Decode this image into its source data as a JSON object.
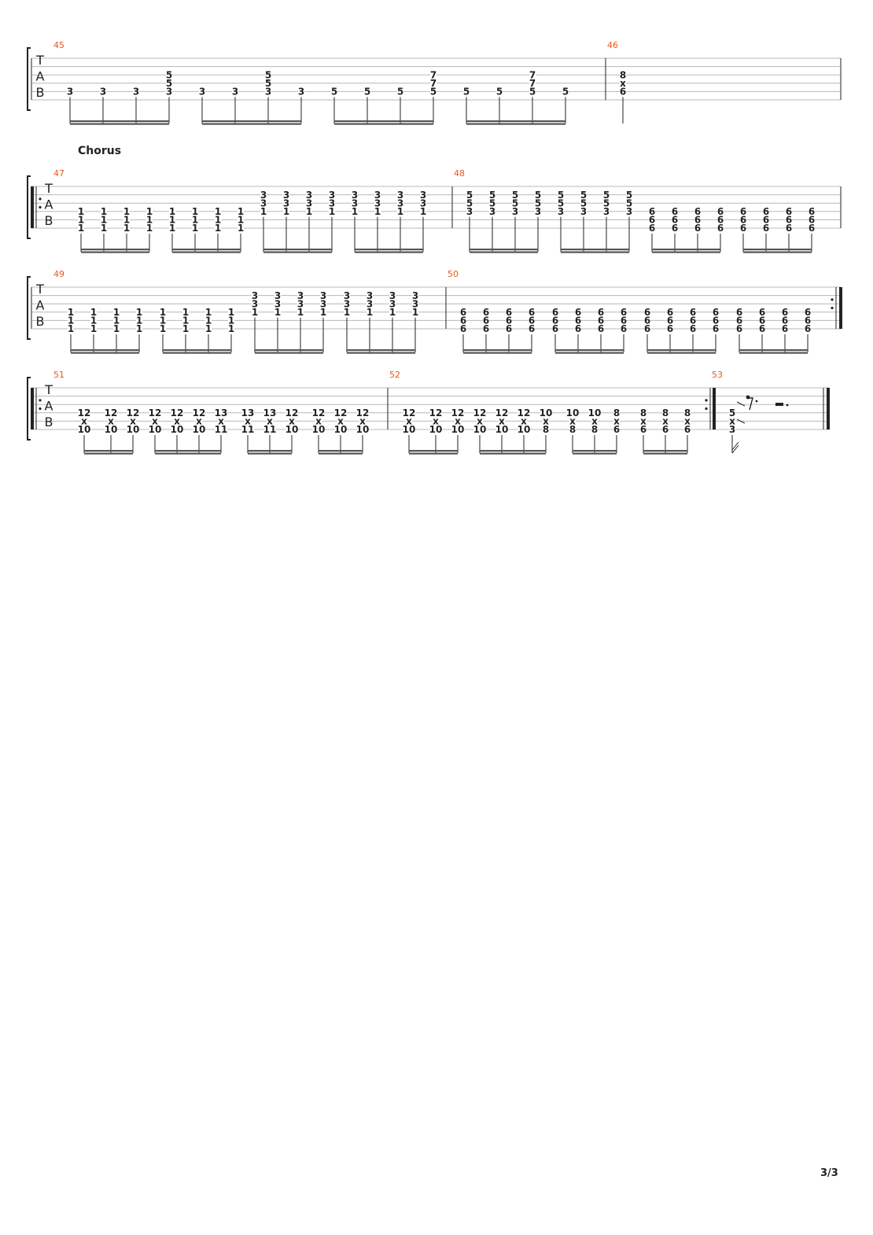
{
  "page": {
    "number": "3/3"
  },
  "section_label": "Chorus",
  "clef": {
    "t": "T",
    "a": "A",
    "b": "B"
  },
  "systems": [
    {
      "measures": [
        {
          "number": "45",
          "groups": [
            [
              [
                "",
                "",
                "",
                "",
                "3",
                ""
              ],
              [
                "",
                "",
                "",
                "",
                "3",
                ""
              ],
              [
                "",
                "",
                "",
                "",
                "3",
                ""
              ],
              [
                "",
                "",
                "5",
                "5",
                "3",
                ""
              ]
            ],
            [
              [
                "",
                "",
                "",
                "",
                "3",
                ""
              ],
              [
                "",
                "",
                "",
                "",
                "3",
                ""
              ],
              [
                "",
                "",
                "5",
                "5",
                "3",
                ""
              ],
              [
                "",
                "",
                "",
                "",
                "3",
                ""
              ]
            ],
            [
              [
                "",
                "",
                "",
                "",
                "5",
                ""
              ],
              [
                "",
                "",
                "",
                "",
                "5",
                ""
              ],
              [
                "",
                "",
                "",
                "",
                "5",
                ""
              ],
              [
                "",
                "",
                "7",
                "7",
                "5",
                ""
              ]
            ],
            [
              [
                "",
                "",
                "",
                "",
                "5",
                ""
              ],
              [
                "",
                "",
                "",
                "",
                "5",
                ""
              ],
              [
                "",
                "",
                "7",
                "7",
                "5",
                ""
              ],
              [
                "",
                "",
                "",
                "",
                "5",
                ""
              ]
            ]
          ]
        },
        {
          "number": "46",
          "groups": [
            [
              [
                "",
                "",
                "8",
                "x",
                "6",
                ""
              ]
            ]
          ]
        }
      ]
    },
    {
      "measures": [
        {
          "number": "47",
          "groups": [
            [
              [
                "",
                "",
                "",
                "1",
                "1",
                "1"
              ],
              [
                "",
                "",
                "",
                "1",
                "1",
                "1"
              ],
              [
                "",
                "",
                "",
                "1",
                "1",
                "1"
              ],
              [
                "",
                "",
                "",
                "1",
                "1",
                "1"
              ]
            ],
            [
              [
                "",
                "",
                "",
                "1",
                "1",
                "1"
              ],
              [
                "",
                "",
                "",
                "1",
                "1",
                "1"
              ],
              [
                "",
                "",
                "",
                "1",
                "1",
                "1"
              ],
              [
                "",
                "",
                "",
                "1",
                "1",
                "1"
              ]
            ],
            [
              [
                "",
                "3",
                "3",
                "1",
                "",
                ""
              ],
              [
                "",
                "3",
                "3",
                "1",
                "",
                ""
              ],
              [
                "",
                "3",
                "3",
                "1",
                "",
                ""
              ],
              [
                "",
                "3",
                "3",
                "1",
                "",
                ""
              ]
            ],
            [
              [
                "",
                "3",
                "3",
                "1",
                "",
                ""
              ],
              [
                "",
                "3",
                "3",
                "1",
                "",
                ""
              ],
              [
                "",
                "3",
                "3",
                "1",
                "",
                ""
              ],
              [
                "",
                "3",
                "3",
                "1",
                "",
                ""
              ]
            ]
          ]
        },
        {
          "number": "48",
          "groups": [
            [
              [
                "",
                "5",
                "5",
                "3",
                "",
                ""
              ],
              [
                "",
                "5",
                "5",
                "3",
                "",
                ""
              ],
              [
                "",
                "5",
                "5",
                "3",
                "",
                ""
              ],
              [
                "",
                "5",
                "5",
                "3",
                "",
                ""
              ]
            ],
            [
              [
                "",
                "5",
                "5",
                "3",
                "",
                ""
              ],
              [
                "",
                "5",
                "5",
                "3",
                "",
                ""
              ],
              [
                "",
                "5",
                "5",
                "3",
                "",
                ""
              ],
              [
                "",
                "5",
                "5",
                "3",
                "",
                ""
              ]
            ],
            [
              [
                "",
                "",
                "",
                "6",
                "6",
                "6"
              ],
              [
                "",
                "",
                "",
                "6",
                "6",
                "6"
              ],
              [
                "",
                "",
                "",
                "6",
                "6",
                "6"
              ],
              [
                "",
                "",
                "",
                "6",
                "6",
                "6"
              ]
            ],
            [
              [
                "",
                "",
                "",
                "6",
                "6",
                "6"
              ],
              [
                "",
                "",
                "",
                "6",
                "6",
                "6"
              ],
              [
                "",
                "",
                "",
                "6",
                "6",
                "6"
              ],
              [
                "",
                "",
                "",
                "6",
                "6",
                "6"
              ]
            ]
          ]
        }
      ]
    },
    {
      "measures": [
        {
          "number": "49",
          "groups": [
            [
              [
                "",
                "",
                "",
                "1",
                "1",
                "1"
              ],
              [
                "",
                "",
                "",
                "1",
                "1",
                "1"
              ],
              [
                "",
                "",
                "",
                "1",
                "1",
                "1"
              ],
              [
                "",
                "",
                "",
                "1",
                "1",
                "1"
              ]
            ],
            [
              [
                "",
                "",
                "",
                "1",
                "1",
                "1"
              ],
              [
                "",
                "",
                "",
                "1",
                "1",
                "1"
              ],
              [
                "",
                "",
                "",
                "1",
                "1",
                "1"
              ],
              [
                "",
                "",
                "",
                "1",
                "1",
                "1"
              ]
            ],
            [
              [
                "",
                "3",
                "3",
                "1",
                "",
                ""
              ],
              [
                "",
                "3",
                "3",
                "1",
                "",
                ""
              ],
              [
                "",
                "3",
                "3",
                "1",
                "",
                ""
              ],
              [
                "",
                "3",
                "3",
                "1",
                "",
                ""
              ]
            ],
            [
              [
                "",
                "3",
                "3",
                "1",
                "",
                ""
              ],
              [
                "",
                "3",
                "3",
                "1",
                "",
                ""
              ],
              [
                "",
                "3",
                "3",
                "1",
                "",
                ""
              ],
              [
                "",
                "3",
                "3",
                "1",
                "",
                ""
              ]
            ]
          ]
        },
        {
          "number": "50",
          "groups": [
            [
              [
                "",
                "",
                "",
                "6",
                "6",
                "6"
              ],
              [
                "",
                "",
                "",
                "6",
                "6",
                "6"
              ],
              [
                "",
                "",
                "",
                "6",
                "6",
                "6"
              ],
              [
                "",
                "",
                "",
                "6",
                "6",
                "6"
              ]
            ],
            [
              [
                "",
                "",
                "",
                "6",
                "6",
                "6"
              ],
              [
                "",
                "",
                "",
                "6",
                "6",
                "6"
              ],
              [
                "",
                "",
                "",
                "6",
                "6",
                "6"
              ],
              [
                "",
                "",
                "",
                "6",
                "6",
                "6"
              ]
            ],
            [
              [
                "",
                "",
                "",
                "6",
                "6",
                "6"
              ],
              [
                "",
                "",
                "",
                "6",
                "6",
                "6"
              ],
              [
                "",
                "",
                "",
                "6",
                "6",
                "6"
              ],
              [
                "",
                "",
                "",
                "6",
                "6",
                "6"
              ]
            ],
            [
              [
                "",
                "",
                "",
                "6",
                "6",
                "6"
              ],
              [
                "",
                "",
                "",
                "6",
                "6",
                "6"
              ],
              [
                "",
                "",
                "",
                "6",
                "6",
                "6"
              ],
              [
                "",
                "",
                "",
                "6",
                "6",
                "6"
              ]
            ]
          ]
        }
      ]
    },
    {
      "measures": [
        {
          "number": "51",
          "groups": [
            [
              [
                "",
                "",
                "",
                "12",
                "x",
                "10"
              ],
              [
                "",
                "",
                "",
                "12",
                "x",
                "10"
              ],
              [
                "",
                "",
                "",
                "12",
                "x",
                "10"
              ]
            ],
            [
              [
                "",
                "",
                "",
                "12",
                "x",
                "10"
              ],
              [
                "",
                "",
                "",
                "12",
                "x",
                "10"
              ],
              [
                "",
                "",
                "",
                "12",
                "x",
                "10"
              ],
              [
                "",
                "",
                "",
                "13",
                "x",
                "11"
              ]
            ],
            [
              [
                "",
                "",
                "",
                "13",
                "x",
                "11"
              ],
              [
                "",
                "",
                "",
                "13",
                "x",
                "11"
              ],
              [
                "",
                "",
                "",
                "12",
                "x",
                "10"
              ]
            ],
            [
              [
                "",
                "",
                "",
                "12",
                "x",
                "10"
              ],
              [
                "",
                "",
                "",
                "12",
                "x",
                "10"
              ],
              [
                "",
                "",
                "",
                "12",
                "x",
                "10"
              ]
            ]
          ]
        },
        {
          "number": "52",
          "groups": [
            [
              [
                "",
                "",
                "",
                "12",
                "x",
                "10"
              ],
              [
                "",
                "",
                "",
                "12",
                "x",
                "10"
              ],
              [
                "",
                "",
                "",
                "12",
                "x",
                "10"
              ]
            ],
            [
              [
                "",
                "",
                "",
                "12",
                "x",
                "10"
              ],
              [
                "",
                "",
                "",
                "12",
                "x",
                "10"
              ],
              [
                "",
                "",
                "",
                "12",
                "x",
                "10"
              ],
              [
                "",
                "",
                "",
                "10",
                "x",
                "8"
              ]
            ],
            [
              [
                "",
                "",
                "",
                "10",
                "x",
                "8"
              ],
              [
                "",
                "",
                "",
                "10",
                "x",
                "8"
              ],
              [
                "",
                "",
                "",
                "8",
                "x",
                "6"
              ]
            ],
            [
              [
                "",
                "",
                "",
                "8",
                "x",
                "6"
              ],
              [
                "",
                "",
                "",
                "8",
                "x",
                "6"
              ],
              [
                "",
                "",
                "",
                "8",
                "x",
                "6"
              ]
            ]
          ]
        },
        {
          "number": "53",
          "groups": [
            [
              [
                "",
                "",
                "",
                "5",
                "x",
                "3"
              ]
            ]
          ]
        }
      ]
    }
  ]
}
